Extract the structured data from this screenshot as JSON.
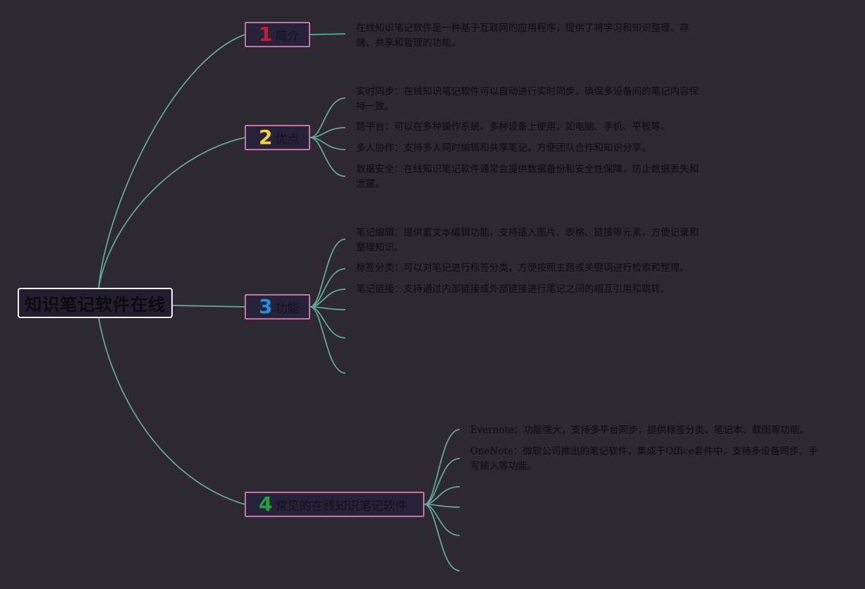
{
  "colors": {
    "background": "#2d2832",
    "connector": "#5fa79a",
    "topic_border": "#c277a8",
    "root_border": "#f0f0f0"
  },
  "root": {
    "label": "知识笔记软件在线"
  },
  "topics": [
    {
      "number": "1",
      "number_color": "#d5152f",
      "label": "简介",
      "items": [
        "在线知识笔记软件是一种基于互联网的应用程序，提供了将学习和知识整理、存储、共享和管理的功能。"
      ]
    },
    {
      "number": "2",
      "number_color": "#f2d43a",
      "label": "优点",
      "items": [
        "实时同步：在线知识笔记软件可以自动进行实时同步，确保多设备间的笔记内容保持一致。",
        "跨平台：可以在多种操作系统、多种设备上使用，如电脑、手机、平板等。",
        "多人协作：支持多人同时编辑和共享笔记，方便团队合作和知识分享。",
        "数据安全：在线知识笔记软件通常会提供数据备份和安全性保障，防止数据丢失和泄露。"
      ]
    },
    {
      "number": "3",
      "number_color": "#1f8fe0",
      "label": "功能",
      "items": [
        "笔记编辑：提供富文本编辑功能，支持插入图片、表格、链接等元素，方便记录和整理知识。",
        "标签分类：可以对笔记进行标签分类，方便按照主题或关键词进行检索和整理。",
        "笔记链接：支持通过内部链接或外部链接进行笔记之间的相互引用和跳转。",
        "",
        "",
        ""
      ]
    },
    {
      "number": "4",
      "number_color": "#21a336",
      "label": "常见的在线知识笔记软件",
      "items": [
        "Evernote：功能强大，支持多平台同步，提供标签分类、笔记本、截图等功能。",
        "OneNote：微软公司推出的笔记软件，集成于Office套件中，支持多设备同步、手写输入等功能。",
        "",
        "",
        "",
        ""
      ]
    }
  ]
}
